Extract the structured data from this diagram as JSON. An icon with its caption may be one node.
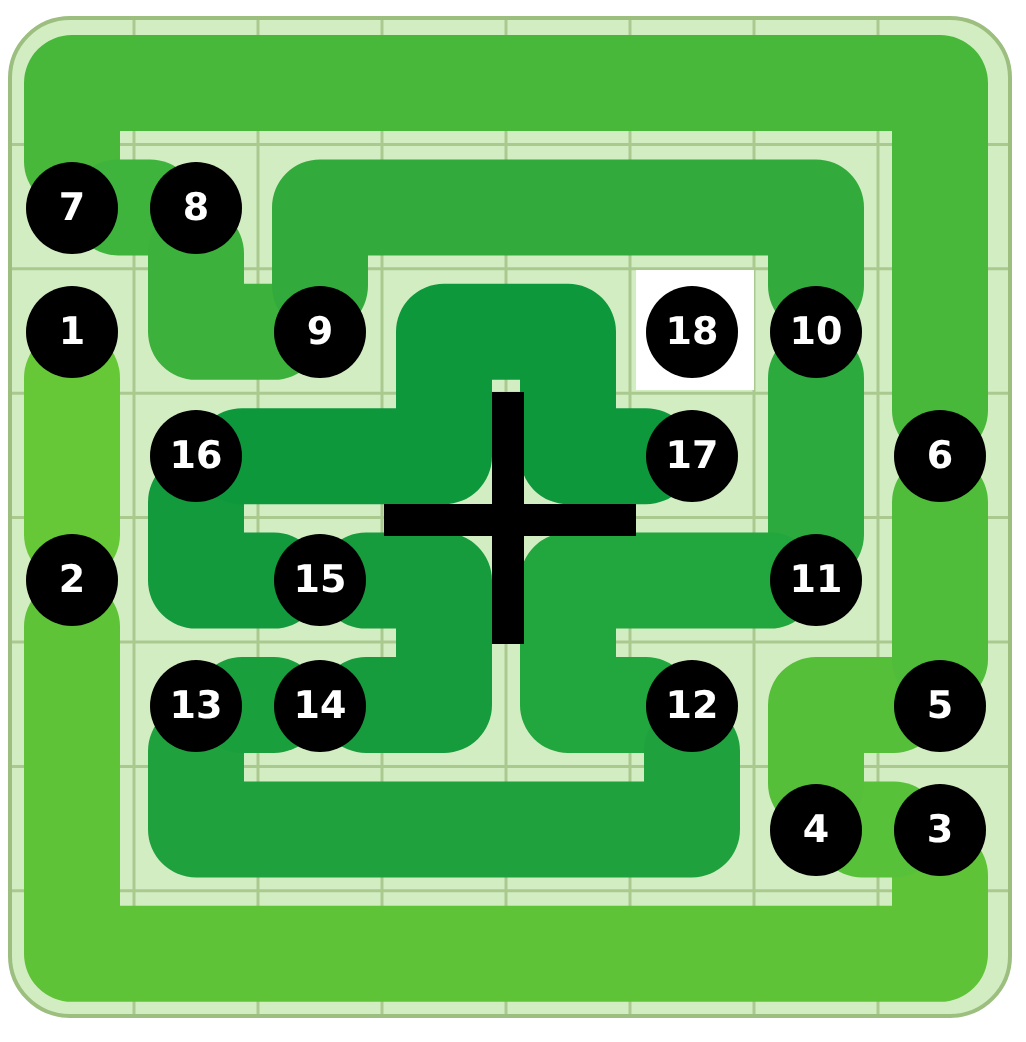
{
  "diagram": {
    "nodes": [
      {
        "text": [
          "7"
        ]
      },
      {
        "text": [
          "8"
        ]
      },
      {
        "text": [
          "1"
        ]
      },
      {
        "text": [
          "9"
        ]
      },
      {
        "text": [
          "18"
        ]
      },
      {
        "text": [
          "10"
        ]
      },
      {
        "text": [
          "16"
        ]
      },
      {
        "text": [
          "17"
        ]
      },
      {
        "text": [
          "6"
        ]
      },
      {
        "text": [
          "2"
        ]
      },
      {
        "text": [
          "15"
        ]
      },
      {
        "text": [
          "11"
        ]
      },
      {
        "text": [
          "13"
        ]
      },
      {
        "text": [
          "14"
        ]
      },
      {
        "text": [
          "12"
        ]
      },
      {
        "text": [
          "5"
        ]
      },
      {
        "text": [
          "4"
        ]
      },
      {
        "text": [
          "3"
        ]
      }
    ],
    "edges": [
      {
        "from": 2,
        "to": 9,
        "arrow": "none",
        "color": "#66c837"
      },
      {
        "from": 9,
        "to": 17,
        "arrow": "none",
        "color": "#5ec337"
      },
      {
        "from": 17,
        "to": 16,
        "arrow": "none",
        "color": "#58c13a"
      },
      {
        "from": 16,
        "to": 15,
        "arrow": "none",
        "color": "#55bf3a"
      },
      {
        "from": 15,
        "to": 8,
        "arrow": "none",
        "color": "#4fbc3a"
      },
      {
        "from": 8,
        "to": 0,
        "arrow": "none",
        "color": "#48b83a"
      },
      {
        "from": 0,
        "to": 1,
        "arrow": "none",
        "color": "#3fb43c"
      },
      {
        "from": 1,
        "to": 3,
        "arrow": "none",
        "color": "#3cb23c"
      },
      {
        "from": 3,
        "to": 5,
        "arrow": "none",
        "color": "#33ab3c"
      },
      {
        "from": 5,
        "to": 11,
        "arrow": "none",
        "color": "#2caa3e"
      },
      {
        "from": 11,
        "to": 14,
        "arrow": "none",
        "color": "#22a63e"
      },
      {
        "from": 14,
        "to": 12,
        "arrow": "none",
        "color": "#1fa23e"
      },
      {
        "from": 12,
        "to": 13,
        "arrow": "none",
        "color": "#1a9f3d"
      },
      {
        "from": 13,
        "to": 10,
        "arrow": "none",
        "color": "#169c3d"
      },
      {
        "from": 10,
        "to": 6,
        "arrow": "none",
        "color": "#129a3d"
      },
      {
        "from": 6,
        "to": 7,
        "arrow": "none",
        "color": "#0e983c"
      }
    ]
  }
}
